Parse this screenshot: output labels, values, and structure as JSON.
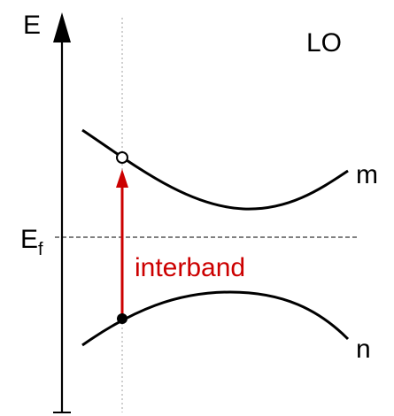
{
  "diagram": {
    "axis_label": "E",
    "region_label": "LO",
    "fermi_label_main": "E",
    "fermi_label_sub": "f",
    "band_upper_label": "m",
    "band_lower_label": "n",
    "transition_label": "interband",
    "colors": {
      "line": "#000000",
      "transition": "#cc0000",
      "guide": "#b0b0b0",
      "fermi_line": "#000000"
    }
  }
}
